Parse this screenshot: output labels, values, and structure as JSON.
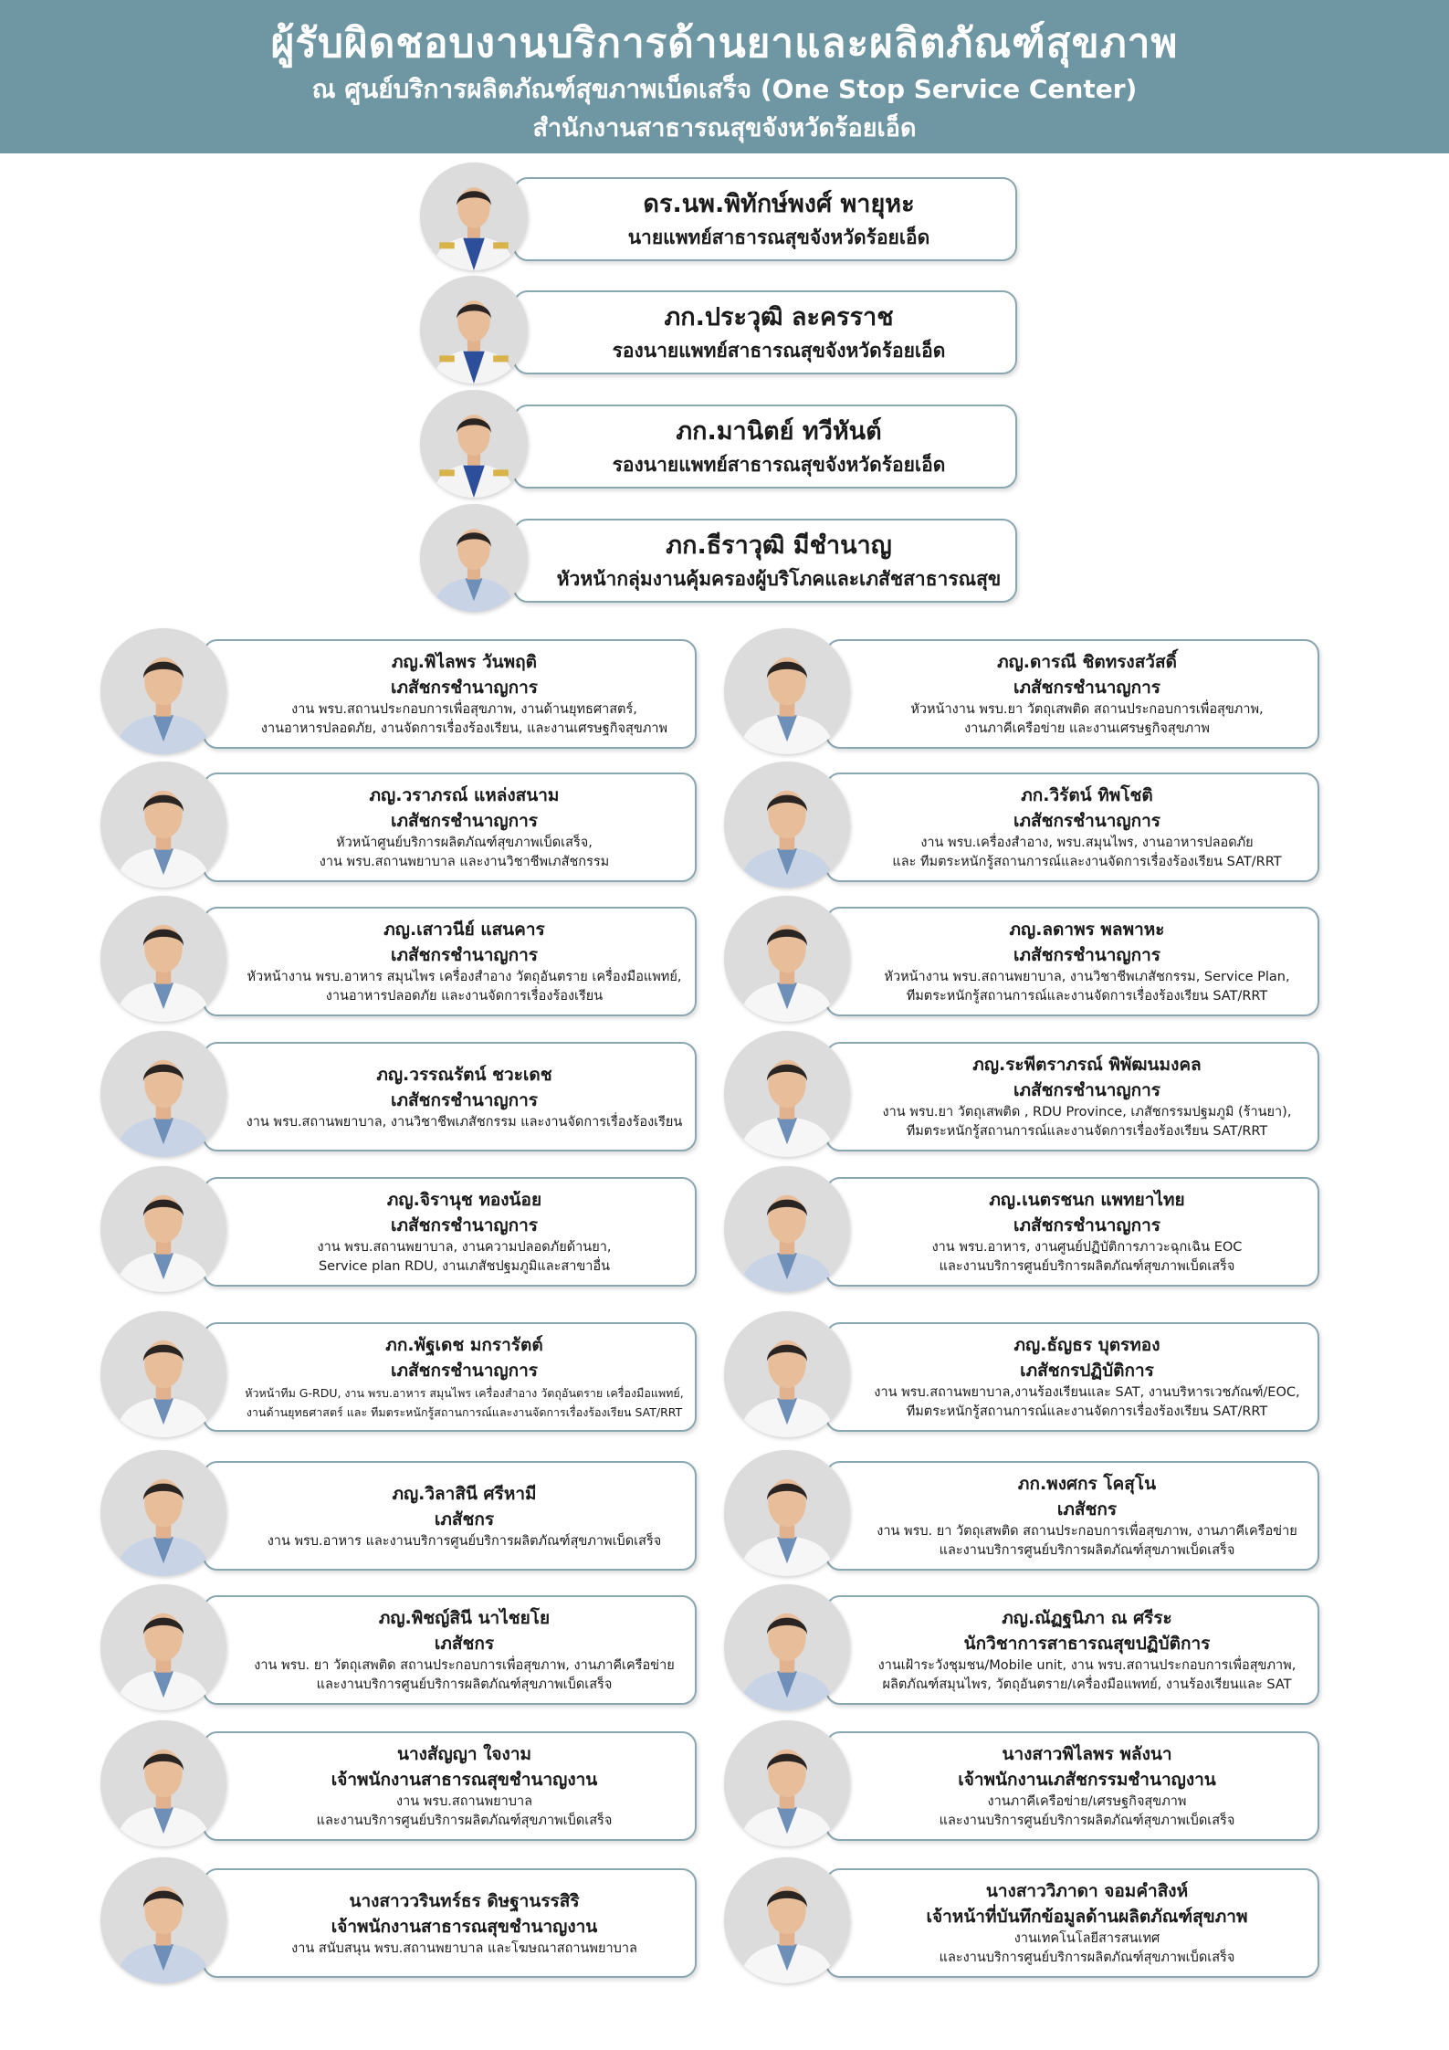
{
  "header": {
    "title": "ผู้รับผิดชอบงานบริการด้านยาและผลิตภัณฑ์สุขภาพ",
    "subtitle": "ณ ศูนย์บริการผลิตภัณฑ์สุขภาพเบ็ดเสร็จ (One Stop Service Center)",
    "org": "สำนักงานสาธารณสุขจังหวัดร้อยเอ็ด"
  },
  "executives": [
    {
      "name": "ดร.นพ.พิทักษ์พงศ์ พายุหะ",
      "position": "นายแพทย์สาธารณสุขจังหวัดร้อยเอ็ด",
      "attire": "uniform"
    },
    {
      "name": "ภก.ประวุฒิ ละครราช",
      "position": "รองนายแพทย์สาธารณสุขจังหวัดร้อยเอ็ด",
      "attire": "uniform"
    },
    {
      "name": "ภก.มานิตย์ ทวีหันต์",
      "position": "รองนายแพทย์สาธารณสุขจังหวัดร้อยเอ็ด",
      "attire": "uniform"
    },
    {
      "name": "ภก.ธีราวุฒิ มีชำนาญ",
      "position": "หัวหน้ากลุ่มงานคุ้มครองผู้บริโภคและเภสัชสาธารณสุข",
      "attire": "coat"
    }
  ],
  "staff": [
    {
      "name": "ภญ.พิไลพร วันพฤติ",
      "position": "เภสัชกรชำนาญการ",
      "details": [
        "งาน พรบ.สถานประกอบการเพื่อสุขภาพ, งานด้านยุทธศาสตร์,",
        "งานอาหารปลอดภัย, งานจัดการเรื่องร้องเรียน, และงานเศรษฐกิจสุขภาพ"
      ]
    },
    {
      "name": "ภญ.ดารณี ชิตทรงสวัสดิ์",
      "position": "เภสัชกรชำนาญการ",
      "details": [
        "หัวหน้างาน พรบ.ยา วัตถุเสพติด สถานประกอบการเพื่อสุขภาพ,",
        "งานภาคีเครือข่าย และงานเศรษฐกิจสุขภาพ"
      ]
    },
    {
      "name": "ภญ.วราภรณ์ แหล่งสนาม",
      "position": "เภสัชกรชำนาญการ",
      "details": [
        "หัวหน้าศูนย์บริการผลิตภัณฑ์สุขภาพเบ็ดเสร็จ,",
        "งาน พรบ.สถานพยาบาล และงานวิชาชีพเภสัชกรรม"
      ]
    },
    {
      "name": "ภก.วิรัตน์ ทิพโชติ",
      "position": "เภสัชกรชำนาญการ",
      "details": [
        "งาน พรบ.เครื่องสำอาง, พรบ.สมุนไพร, งานอาหารปลอดภัย",
        "และ ทีมตระหนักรู้สถานการณ์และงานจัดการเรื่องร้องเรียน SAT/RRT"
      ]
    },
    {
      "name": "ภญ.เสาวนีย์ แสนคาร",
      "position": "เภสัชกรชำนาญการ",
      "details": [
        "หัวหน้างาน พรบ.อาหาร สมุนไพร เครื่องสำอาง วัตถุอันตราย เครื่องมือแพทย์,",
        "งานอาหารปลอดภัย และงานจัดการเรื่องร้องเรียน"
      ]
    },
    {
      "name": "ภญ.ลดาพร พลพาหะ",
      "position": "เภสัชกรชำนาญการ",
      "details": [
        "หัวหน้างาน พรบ.สถานพยาบาล, งานวิชาชีพเภสัชกรรม, Service Plan,",
        "ทีมตระหนักรู้สถานการณ์และงานจัดการเรื่องร้องเรียน SAT/RRT"
      ]
    },
    {
      "name": "ภญ.วรรณรัตน์ ชวะเดช",
      "position": "เภสัชกรชำนาญการ",
      "details": [
        "งาน พรบ.สถานพยาบาล, งานวิชาชีพเภสัชกรรม และงานจัดการเรื่องร้องเรียน"
      ]
    },
    {
      "name": "ภญ.ระพีตราภรณ์ พิพัฒนมงคล",
      "position": "เภสัชกรชำนาญการ",
      "details": [
        "งาน พรบ.ยา วัตถุเสพติด , RDU Province, เภสัชกรรมปฐมภูมิ (ร้านยา),",
        "ทีมตระหนักรู้สถานการณ์และงานจัดการเรื่องร้องเรียน SAT/RRT"
      ]
    },
    {
      "name": "ภญ.จิรานุช ทองน้อย",
      "position": "เภสัชกรชำนาญการ",
      "details": [
        "งาน พรบ.สถานพยาบาล, งานความปลอดภัยด้านยา,",
        "Service plan RDU, งานเภสัชปฐมภูมิและสาขาอื่น"
      ]
    },
    {
      "name": "ภญ.เนตรชนก แพทยาไทย",
      "position": "เภสัชกรชำนาญการ",
      "details": [
        "งาน พรบ.อาหาร, งานศูนย์ปฏิบัติการภาวะฉุกเฉิน EOC",
        "และงานบริการศูนย์บริการผลิตภัณฑ์สุขภาพเบ็ดเสร็จ"
      ]
    },
    {
      "name": "ภก.พัฐเดช มกรารัตต์",
      "position": "เภสัชกรชำนาญการ",
      "details": [
        "หัวหน้าทีม G-RDU, งาน พรบ.อาหาร สมุนไพร เครื่องสำอาง วัตถุอันตราย เครื่องมือแพทย์,",
        "งานด้านยุทธศาสตร์ และ ทีมตระหนักรู้สถานการณ์และงานจัดการเรื่องร้องเรียน SAT/RRT"
      ]
    },
    {
      "name": "ภญ.ธัญธร บุตรทอง",
      "position": "เภสัชกรปฏิบัติการ",
      "details": [
        "งาน พรบ.สถานพยาบาล,งานร้องเรียนและ SAT, งานบริหารเวชภัณฑ์/EOC,",
        "ทีมตระหนักรู้สถานการณ์และงานจัดการเรื่องร้องเรียน SAT/RRT"
      ]
    },
    {
      "name": "ภญ.วิลาสินี ศรีหามี",
      "position": "เภสัชกร",
      "details": [
        "งาน พรบ.อาหาร และงานบริการศูนย์บริการผลิตภัณฑ์สุขภาพเบ็ดเสร็จ"
      ]
    },
    {
      "name": "ภก.พงศกร โคสุโน",
      "position": "เภสัชกร",
      "details": [
        "งาน พรบ. ยา วัตถุเสพติด สถานประกอบการเพื่อสุขภาพ, งานภาคีเครือข่าย",
        "และงานบริการศูนย์บริการผลิตภัณฑ์สุขภาพเบ็ดเสร็จ"
      ]
    },
    {
      "name": "ภญ.พิชญ์สินี นาไชยโย",
      "position": "เภสัชกร",
      "details": [
        "งาน พรบ. ยา วัตถุเสพติด สถานประกอบการเพื่อสุขภาพ, งานภาคีเครือข่าย",
        "และงานบริการศูนย์บริการผลิตภัณฑ์สุขภาพเบ็ดเสร็จ"
      ]
    },
    {
      "name": "ภญ.ณัฏฐนิภา ณ ศรีระ",
      "position": "นักวิชาการสาธารณสุขปฏิบัติการ",
      "details": [
        "งานเฝ้าระวังชุมชน/Mobile unit, งาน พรบ.สถานประกอบการเพื่อสุขภาพ,",
        "ผลิตภัณฑ์สมุนไพร, วัตถุอันตราย/เครื่องมือแพทย์, งานร้องเรียนและ SAT"
      ]
    },
    {
      "name": "นางสัญญา ใจงาม",
      "position": "เจ้าพนักงานสาธารณสุขชำนาญงาน",
      "details": [
        "งาน พรบ.สถานพยาบาล",
        "และงานบริการศูนย์บริการผลิตภัณฑ์สุขภาพเบ็ดเสร็จ"
      ]
    },
    {
      "name": "นางสาวพิไลพร พลังนา",
      "position": "เจ้าพนักงานเภสัชกรรมชำนาญงาน",
      "details": [
        "งานภาคีเครือข่าย/เศรษฐกิจสุขภาพ",
        "และงานบริการศูนย์บริการผลิตภัณฑ์สุขภาพเบ็ดเสร็จ"
      ]
    },
    {
      "name": "นางสาววรินทร์ธร ดิษฐานรรสิริ",
      "position": "เจ้าพนักงานสาธารณสุขชำนาญงาน",
      "details": [
        "งาน สนับสนุน พรบ.สถานพยาบาล และโฆษณาสถานพยาบาล"
      ]
    },
    {
      "name": "นางสาววิภาดา จอมคำสิงห์",
      "position": "เจ้าหน้าที่บันทึกข้อมูลด้านผลิตภัณฑ์สุขภาพ",
      "details": [
        "งานเทคโนโลยีสารสนเทศ",
        "และงานบริการศูนย์บริการผลิตภัณฑ์สุขภาพเบ็ดเสร็จ"
      ]
    }
  ]
}
